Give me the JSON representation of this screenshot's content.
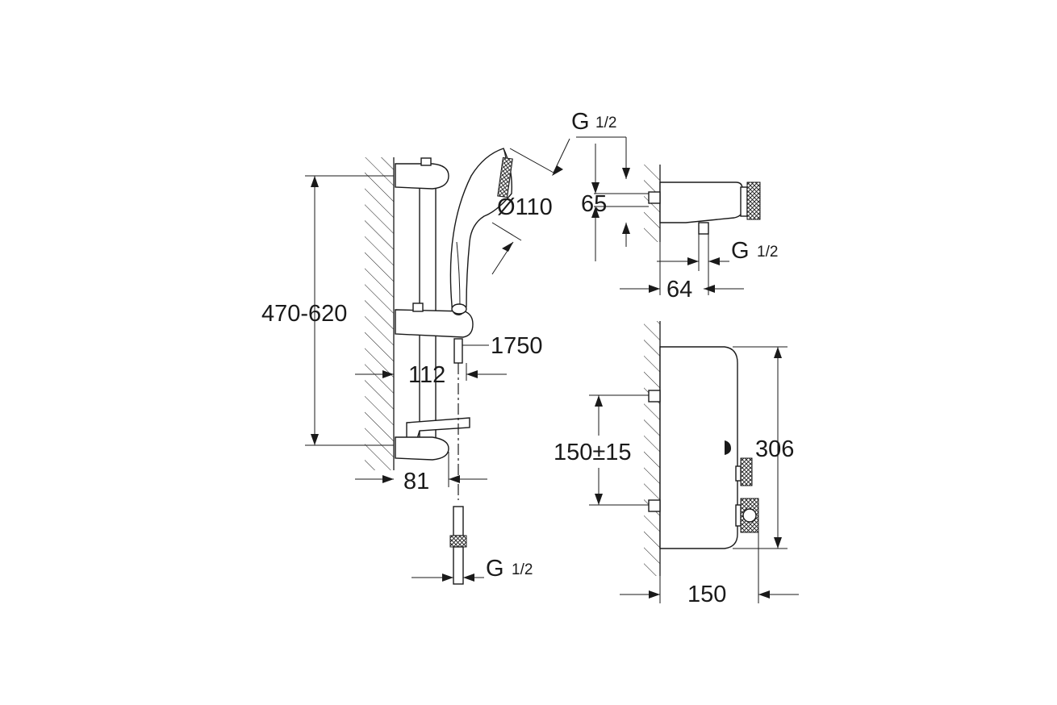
{
  "dimensions": {
    "rail_height_range": "470-620",
    "handshower_diameter": "Ø110",
    "hose_length": "1750",
    "holder_projection": "112",
    "rail_projection": "81",
    "thread_top_symbol": "G",
    "thread_top_size": "1/2",
    "spacing_65": "65",
    "thread_outlet_symbol": "G",
    "thread_outlet_size": "1/2",
    "outlet_offset_64": "64",
    "connection_spacing": "150±15",
    "thermostat_height": "306",
    "thermostat_depth": "150",
    "thread_hose_symbol": "G",
    "thread_hose_size": "1/2"
  },
  "colors": {
    "line": "#1a1a1a",
    "background": "#ffffff"
  }
}
